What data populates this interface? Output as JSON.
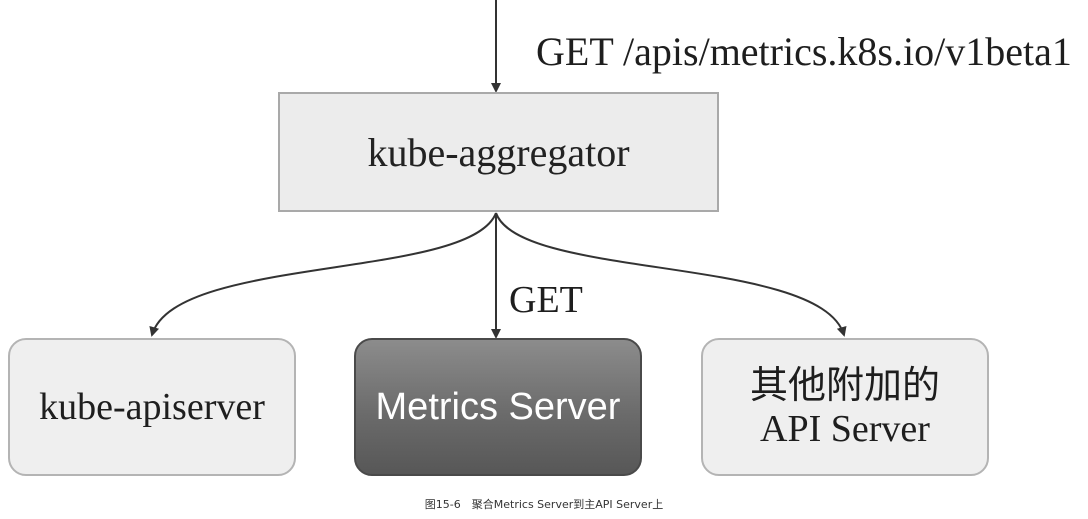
{
  "request": {
    "label": "GET /apis/metrics.k8s.io/v1beta1"
  },
  "aggregator": {
    "label": "kube-aggregator"
  },
  "edge": {
    "label": "GET"
  },
  "nodes": {
    "apiserver": "kube-apiserver",
    "metrics": "Metrics Server",
    "other_line1": "其他附加的",
    "other_line2": "API Server"
  },
  "caption": "图15-6　聚合Metrics Server到主API Server上"
}
